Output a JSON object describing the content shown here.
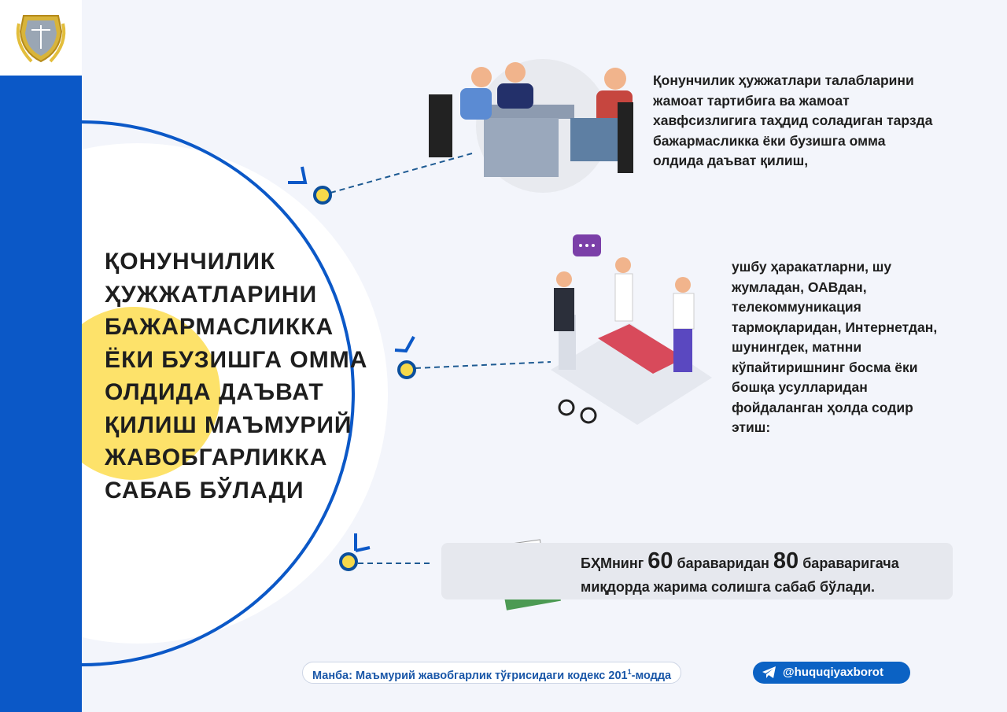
{
  "logo": {
    "name": "emblem-logo"
  },
  "headline": "ҚОНУНЧИЛИК ҲУЖЖАТЛАРИНИ БАЖАРМАСЛИККА ЁКИ БУЗИШГА ОММА ОЛДИДА ДАЪВАТ ҚИЛИШ МАЪМУРИЙ ЖАВОБГАРЛИККА САБАБ БЎЛАДИ",
  "points": [
    {
      "text": "Қонунчилик ҳужжатлари талабларини жамоат тартибига ва жамоат хавфсизлигига таҳдид соладиган тарзда бажармасликка ёки бузишга омма олдида даъват қилиш,"
    },
    {
      "text": "ушбу ҳаракатларни, шу жумладан, ОАВдан, телекоммуникация тармоқларидан, Интернетдан, шунингдек, матнни кўпайтиришнинг босма ёки бошқа усулларидан фойдаланган ҳолда содир этиш:"
    }
  ],
  "fine": {
    "prefix": "БҲМнинг",
    "min": "60",
    "middle": "бараваридан",
    "max": "80",
    "suffix": "бараваригача",
    "line2": "миқдорда жарима солишга сабаб бўлади."
  },
  "footer": {
    "source_prefix": "Манба: Маъмурий жавобгарлик тўғрисидаги кодекс 201",
    "source_sup": "1",
    "source_suffix": "-модда",
    "telegram": "@huquqiyaxborot"
  },
  "colors": {
    "blue": "#0b58c7",
    "yellow": "#fde26a",
    "background": "#f3f5fb"
  }
}
